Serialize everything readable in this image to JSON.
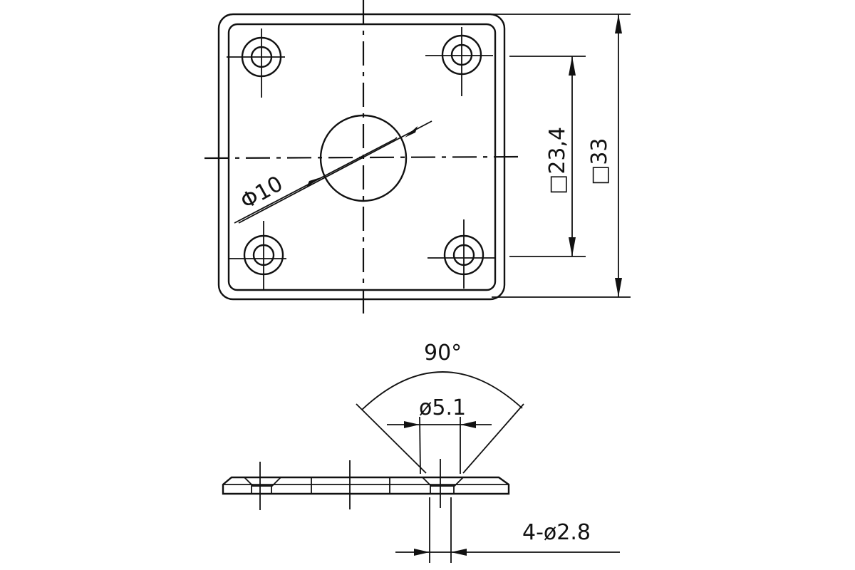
{
  "top_view": {
    "center_hole_dim": "Φ10",
    "hole_pitch_dim": "□23,4",
    "outer_size_dim": "□33"
  },
  "side_view": {
    "countersink_angle": "90°",
    "countersink_dia": "ø5.1",
    "hole_dim": "4-ø2.8"
  }
}
